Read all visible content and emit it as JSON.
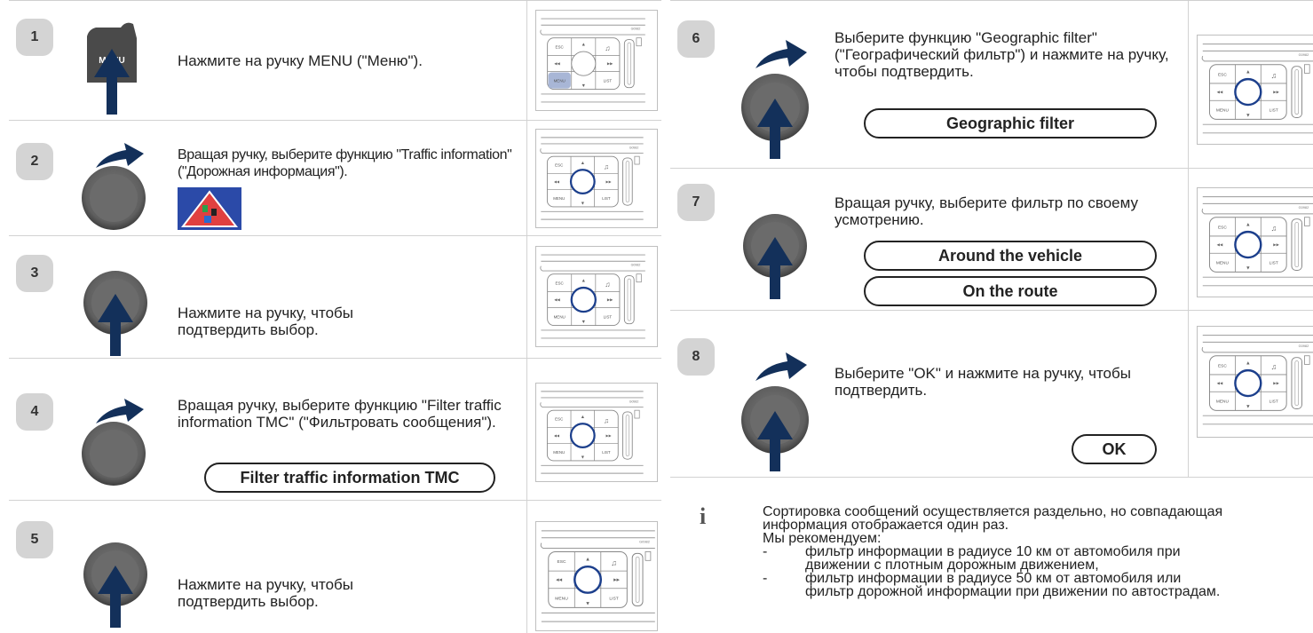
{
  "steps": [
    {
      "num": "1",
      "text": "Нажмите на ручку MENU (\"Меню\").",
      "button_label": "MENU"
    },
    {
      "num": "2",
      "text": "Вращая ручку, выберите функцию \"Traffic information\" (\"Дорожная информация\")."
    },
    {
      "num": "3",
      "text": "Нажмите на ручку, чтобы подтвердить выбор."
    },
    {
      "num": "4",
      "text": "Вращая ручку, выберите функцию \"Filter traffic information TMC\" (\"Фильтровать сообщения\").",
      "option": "Filter traffic information TMC"
    },
    {
      "num": "5",
      "text": "Нажмите на ручку, чтобы подтвердить выбор."
    },
    {
      "num": "6",
      "text": "Выберите функцию \"Geographic filter\" (\"Географический фильтр\") и нажмите на ручку, чтобы подтвердить.",
      "option": "Geographic filter"
    },
    {
      "num": "7",
      "text": "Вращая ручку, выберите фильтр по своему усмотрению.",
      "options": [
        "Around the vehicle",
        "On the route"
      ]
    },
    {
      "num": "8",
      "text": "Выберите \"OK\" и нажмите на ручку, чтобы подтвердить.",
      "option": "OK"
    }
  ],
  "panel": {
    "code": "G0982",
    "esc": "ESC",
    "menu": "MENU",
    "list": "LIST"
  },
  "info": {
    "icon": "i",
    "line1": "Сортировка сообщений осуществляется раздельно, но совпадающая информация отображается один раз.",
    "line2": "Мы рекомендуем:",
    "bullets": [
      "фильтр информации в радиусе 10 км от автомобиля при движении с плотным дорожным движением,",
      "фильтр информации в радиусе 50 км от автомобиля или фильтр дорожной информации при движении по автострадам."
    ]
  },
  "colors": {
    "badge": "#d4d4d4",
    "knob": "#6b6b6b",
    "arrow": "#13305a",
    "highlight": "#a8b6d6"
  }
}
